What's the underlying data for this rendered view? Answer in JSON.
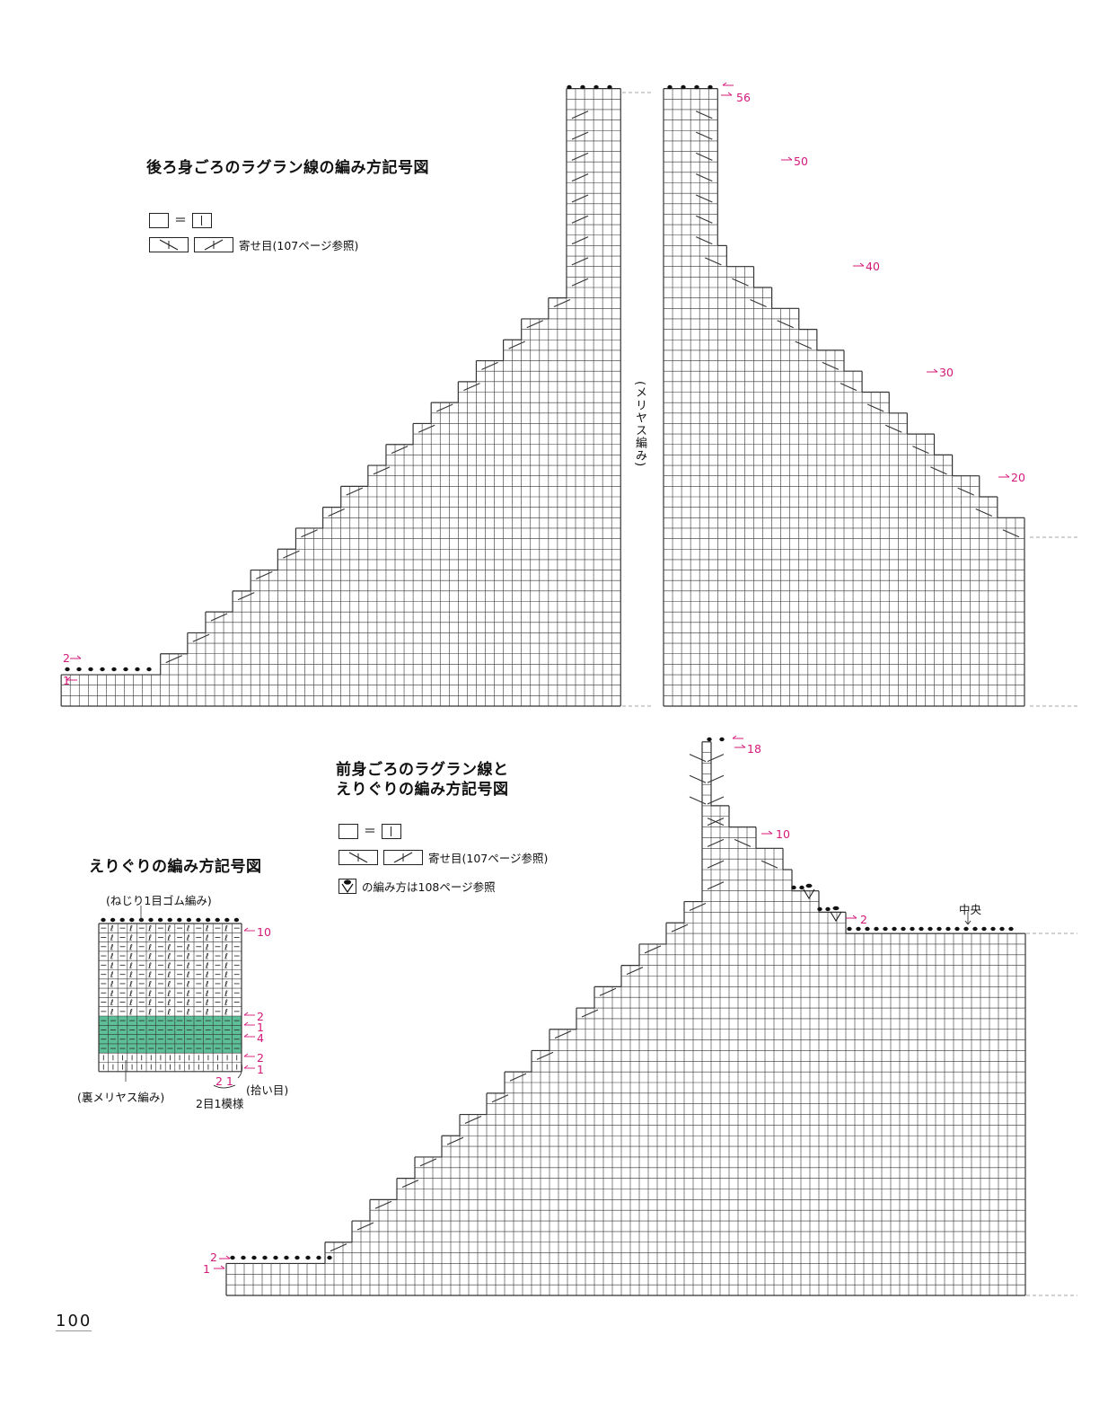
{
  "colors": {
    "accent": "#d4187a",
    "band": "#5dbf98",
    "grid": "#333333"
  },
  "back_chart": {
    "title": "後ろ身ごろのラグラン線の編み方記号図",
    "legend_knit": "＝",
    "legend_dec": "寄せ目(107ページ参照)",
    "center_label": "(メリヤス編み)",
    "row_labels": [
      "56",
      "50",
      "40",
      "30",
      "20"
    ],
    "start_labels": [
      "2",
      "1"
    ]
  },
  "front_chart": {
    "title_line1": "前身ごろのラグラン線と",
    "title_line2": "えりぐりの編み方記号図",
    "legend_knit": "＝",
    "legend_dec": "寄せ目(107ページ参照)",
    "legend_special": "の編み方は108ページ参照",
    "row_labels": [
      "18",
      "10",
      "2"
    ],
    "center_mark": "中央",
    "start_labels": [
      "2",
      "1"
    ]
  },
  "neck_chart": {
    "title": "えりぐりの編み方記号図",
    "top_label": "(ねじり1目ゴム編み)",
    "bottom_label": "(裏メリヤス編み)",
    "repeat_label": "2目1模様",
    "pickup_label": "(拾い目)",
    "repeat_nums": "2 1",
    "row_labels": [
      "10",
      "2",
      "1",
      "4",
      "2",
      "1"
    ]
  },
  "page_number": "100"
}
